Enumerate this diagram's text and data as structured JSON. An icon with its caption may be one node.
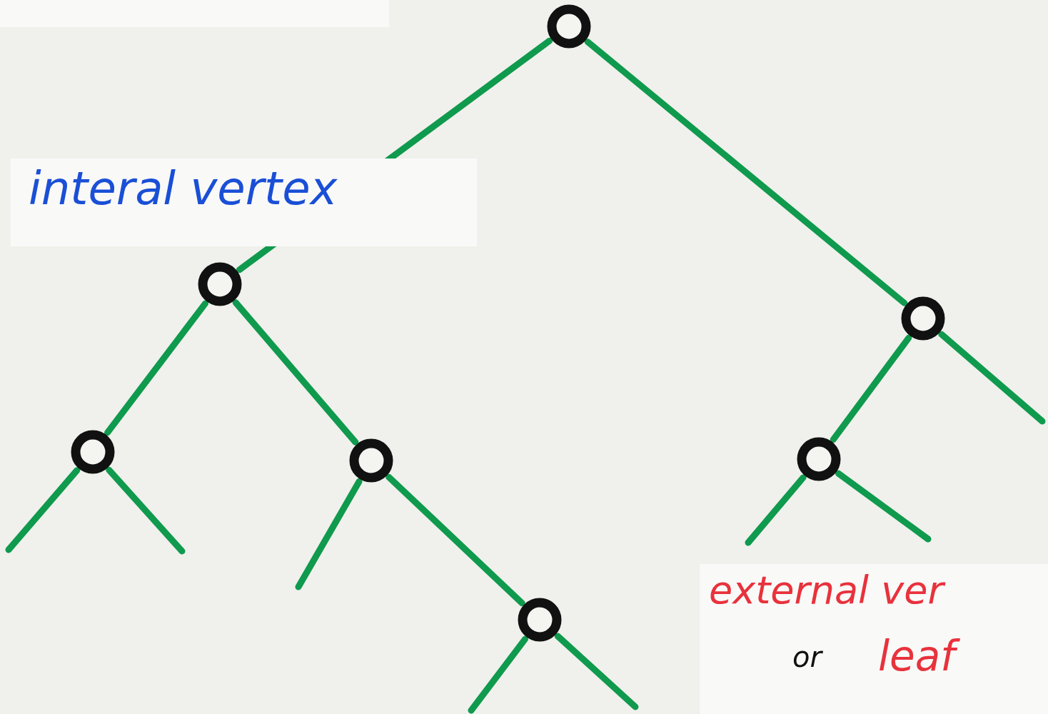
{
  "diagram": {
    "nodes": [
      {
        "text": [],
        "shape": "circle"
      },
      {
        "text": [],
        "shape": "circle"
      },
      {
        "text": [],
        "shape": "circle"
      },
      {
        "text": [],
        "shape": "circle"
      },
      {
        "text": [],
        "shape": "circle"
      },
      {
        "text": [],
        "shape": "circle"
      },
      {
        "text": [],
        "shape": "circle"
      }
    ],
    "edges": [
      {
        "from": 0,
        "to": 1,
        "arrow": "none"
      },
      {
        "from": 0,
        "to": 2,
        "arrow": "none"
      },
      {
        "from": 1,
        "to": 3,
        "arrow": "none"
      },
      {
        "from": 1,
        "to": 4,
        "arrow": "none"
      },
      {
        "from": 2,
        "to": 5,
        "arrow": "none"
      },
      {
        "from": 2,
        "to": null,
        "arrow": "none"
      },
      {
        "from": 3,
        "to": null,
        "arrow": "none"
      },
      {
        "from": 3,
        "to": null,
        "arrow": "none"
      },
      {
        "from": 4,
        "to": null,
        "arrow": "none"
      },
      {
        "from": 4,
        "to": 6,
        "arrow": "none"
      },
      {
        "from": 5,
        "to": null,
        "arrow": "none"
      },
      {
        "from": 5,
        "to": null,
        "arrow": "none"
      },
      {
        "from": 6,
        "to": null,
        "arrow": "none"
      },
      {
        "from": 6,
        "to": null,
        "arrow": "none"
      }
    ],
    "labels": [
      "interal vertex",
      "external ver",
      "or",
      "leaf"
    ]
  }
}
